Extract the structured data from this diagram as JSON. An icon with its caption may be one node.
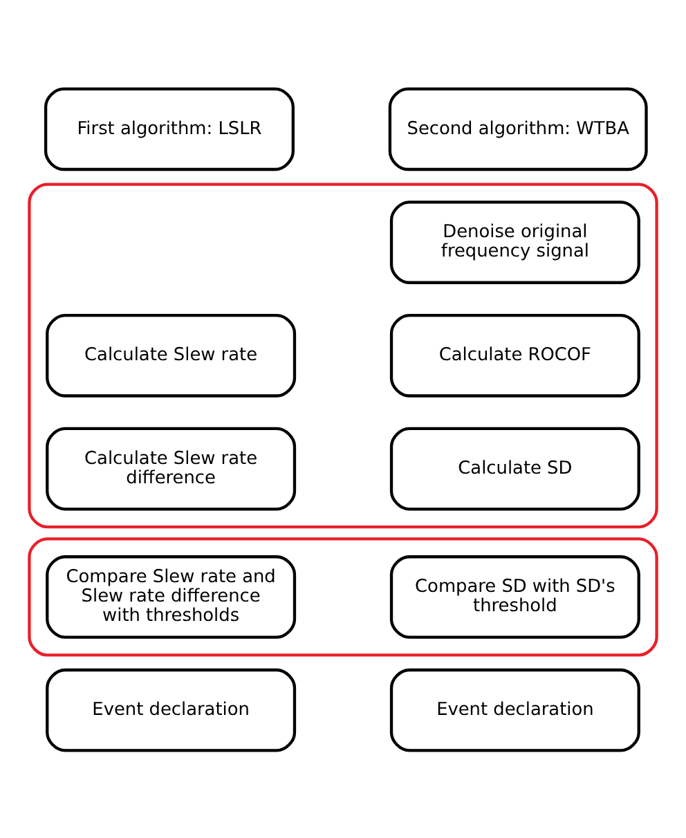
{
  "diagram": {
    "nodes": [
      {
        "text": [
          "First algorithm: LSLR"
        ]
      },
      {
        "text": [
          "Second algorithm: WTBA"
        ]
      },
      {
        "text": [],
        "shape": "box"
      },
      {
        "text": [
          "Denoise original frequency signal"
        ],
        "in": 2
      },
      {
        "text": [
          "Calculate Slew rate"
        ],
        "in": 2
      },
      {
        "text": [
          "Calculate ROCOF"
        ],
        "in": 2
      },
      {
        "text": [
          "Calculate Slew rate difference"
        ],
        "in": 2
      },
      {
        "text": [
          "Calculate SD"
        ],
        "in": 2
      },
      {
        "text": [],
        "shape": "box"
      },
      {
        "text": [
          "Compare Slew rate and Slew rate difference with thresholds"
        ],
        "in": 8
      },
      {
        "text": [
          "Compare SD with SD's threshold"
        ],
        "in": 8
      },
      {
        "text": [
          "Event declaration"
        ]
      },
      {
        "text": [
          "Event declaration"
        ]
      }
    ]
  }
}
